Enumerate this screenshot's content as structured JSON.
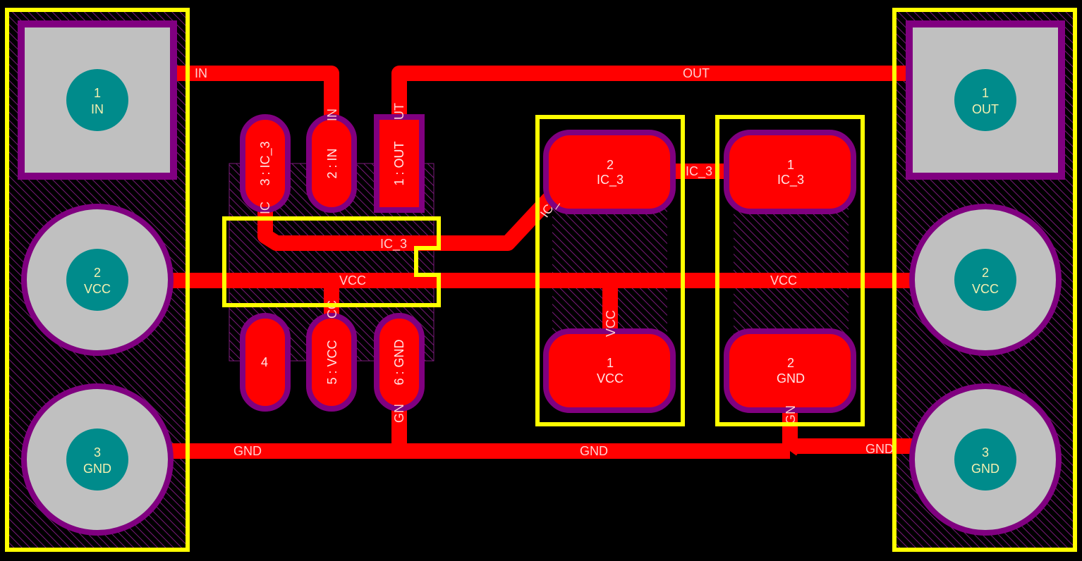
{
  "connectors": {
    "left": {
      "pins": [
        {
          "num": "1",
          "net": "IN"
        },
        {
          "num": "2",
          "net": "VCC"
        },
        {
          "num": "3",
          "net": "GND"
        }
      ]
    },
    "right": {
      "pins": [
        {
          "num": "1",
          "net": "OUT"
        },
        {
          "num": "2",
          "net": "VCC"
        },
        {
          "num": "3",
          "net": "GND"
        }
      ]
    }
  },
  "ic": {
    "pads_top": [
      "3 : IC_3",
      "2 : IN",
      "1 : OUT"
    ],
    "pads_bottom": [
      "4",
      "5 : VCC",
      "6 : GND"
    ]
  },
  "cap1": {
    "pad_top": {
      "num": "2",
      "net": "IC_3"
    },
    "pad_bottom": {
      "num": "1",
      "net": "VCC"
    }
  },
  "cap2": {
    "pad_top": {
      "num": "1",
      "net": "IC_3"
    },
    "pad_bottom": {
      "num": "2",
      "net": "GND"
    }
  },
  "trace_labels": {
    "in": "IN",
    "out": "OUT",
    "ic3_mid": "IC_3",
    "vcc_mid": "VCC",
    "vcc_right": "VCC",
    "gnd_left": "GND",
    "gnd_mid": "GND",
    "gnd_right": "GND",
    "cap_link": "IC_3",
    "in_stub": "IN",
    "out_stub": "UT",
    "ic3_stub": "IC",
    "ic3_diag": "IC_",
    "vcc_stub": "VCC",
    "vcc_ic_stub": "CC",
    "gnd_stub": "GN",
    "gnd_cap_stub": "GN"
  },
  "colors": {
    "copper": "#ff0000",
    "pad_ring": "#800080",
    "silkscreen": "#ffff00",
    "through_pad": "#c0c0c0",
    "drill": "#008b8b"
  }
}
